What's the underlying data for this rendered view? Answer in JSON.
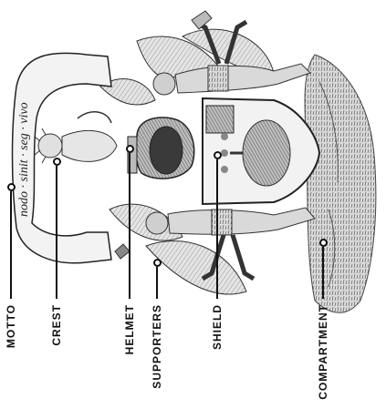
{
  "labels": {
    "motto": "MOTTO",
    "crest": "CREST",
    "helmet": "HELMET",
    "supporters": "SUPPORTERS",
    "shield": "SHIELD",
    "compartment": "COMPARTMENT"
  },
  "motto_text": "nodo · sinit · seg · vivo",
  "colors": {
    "ink": "#111111",
    "shade": "#7a7a7a",
    "light": "#d6d6d6",
    "paper": "#ffffff"
  }
}
